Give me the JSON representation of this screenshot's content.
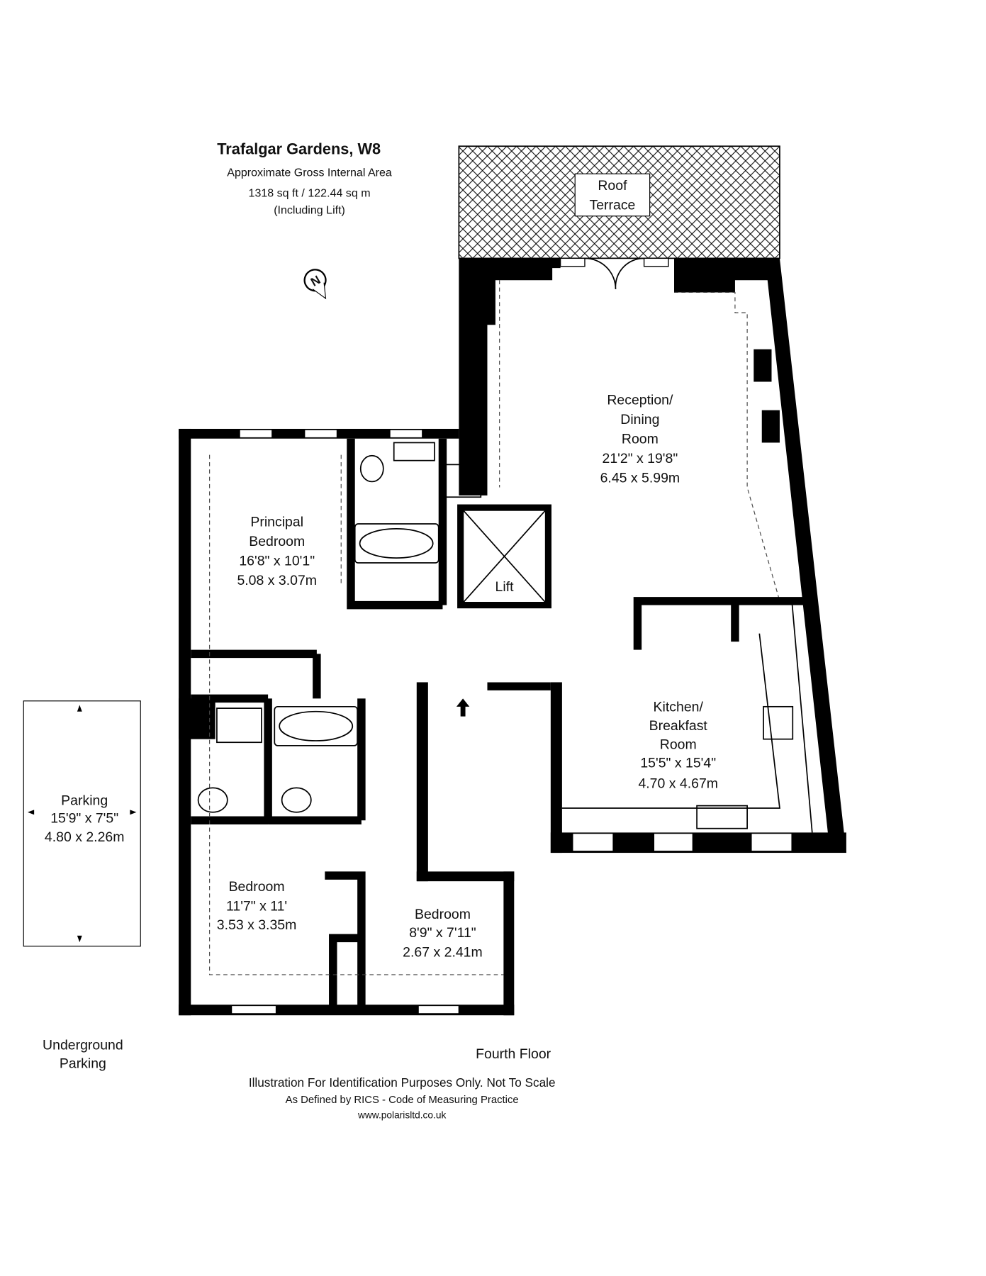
{
  "header": {
    "title": "Trafalgar Gardens, W8",
    "area_label": "Approximate Gross Internal Area",
    "area_value": "1318 sq ft /  122.44 sq m",
    "area_note": "(Including Lift)"
  },
  "compass": {
    "letter": "N"
  },
  "rooms": {
    "terrace": {
      "line1": "Roof",
      "line2": "Terrace"
    },
    "reception": {
      "line1": "Reception/",
      "line2": "Dining",
      "line3": "Room",
      "imperial": "21'2\" x 19'8\"",
      "metric": "6.45 x 5.99m"
    },
    "principal": {
      "line1": "Principal",
      "line2": "Bedroom",
      "imperial": "16'8\" x 10'1\"",
      "metric": "5.08 x 3.07m"
    },
    "lift": {
      "line1": "Lift"
    },
    "kitchen": {
      "line1": "Kitchen/",
      "line2": "Breakfast",
      "line3": "Room",
      "imperial": "15'5\" x 15'4\"",
      "metric": "4.70 x 4.67m"
    },
    "bedroom2": {
      "line1": "Bedroom",
      "imperial": "11'7\" x 11'",
      "metric": "3.53 x 3.35m"
    },
    "bedroom3": {
      "line1": "Bedroom",
      "imperial": "8'9\" x 7'11\"",
      "metric": "2.67 x 2.41m"
    },
    "parking": {
      "line1": "Parking",
      "imperial": "15'9\" x 7'5\"",
      "metric": "4.80 x 2.26m"
    }
  },
  "labels": {
    "underground_1": "Underground",
    "underground_2": "Parking",
    "floor": "Fourth Floor"
  },
  "footer": {
    "line1": "Illustration For Identification Purposes Only. Not To Scale",
    "line2": "As Defined by RICS - Code of Measuring Practice",
    "line3": "www.polarisltd.co.uk"
  }
}
